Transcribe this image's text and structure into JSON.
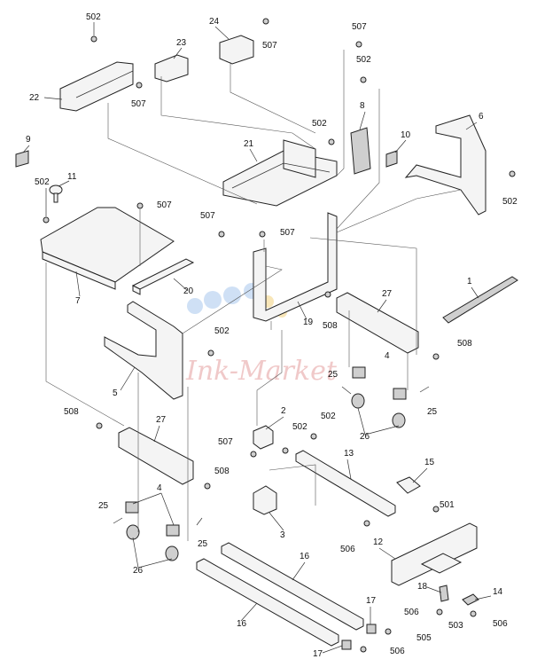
{
  "diagram": {
    "watermark": "Ink-Market",
    "callouts": {
      "c1": "1",
      "c2": "2",
      "c3": "3",
      "c4a": "4",
      "c4b": "4",
      "c5": "5",
      "c6": "6",
      "c7": "7",
      "c8": "8",
      "c9": "9",
      "c10": "10",
      "c11": "11",
      "c12": "12",
      "c13": "13",
      "c14": "14",
      "c15": "15",
      "c16a": "16",
      "c16b": "16",
      "c17a": "17",
      "c17b": "17",
      "c18": "18",
      "c19": "19",
      "c20": "20",
      "c21": "21",
      "c22": "22",
      "c23": "23",
      "c24": "24",
      "c25a": "25",
      "c25b": "25",
      "c25c": "25",
      "c26a": "26",
      "c26b": "26",
      "c27a": "27",
      "c27b": "27",
      "c501": "501",
      "c502a": "502",
      "c502b": "502",
      "c502c": "502",
      "c502d": "502",
      "c502e": "502",
      "c502f": "502",
      "c502g": "502",
      "c502h": "502",
      "c503": "503",
      "c505": "505",
      "c506a": "506",
      "c506b": "506",
      "c506c": "506",
      "c506d": "506",
      "c507a": "507",
      "c507b": "507",
      "c507c": "507",
      "c507d": "507",
      "c507e": "507",
      "c507f": "507",
      "c507g": "507",
      "c508a": "508",
      "c508b": "508",
      "c508c": "508",
      "c508d": "508"
    }
  }
}
